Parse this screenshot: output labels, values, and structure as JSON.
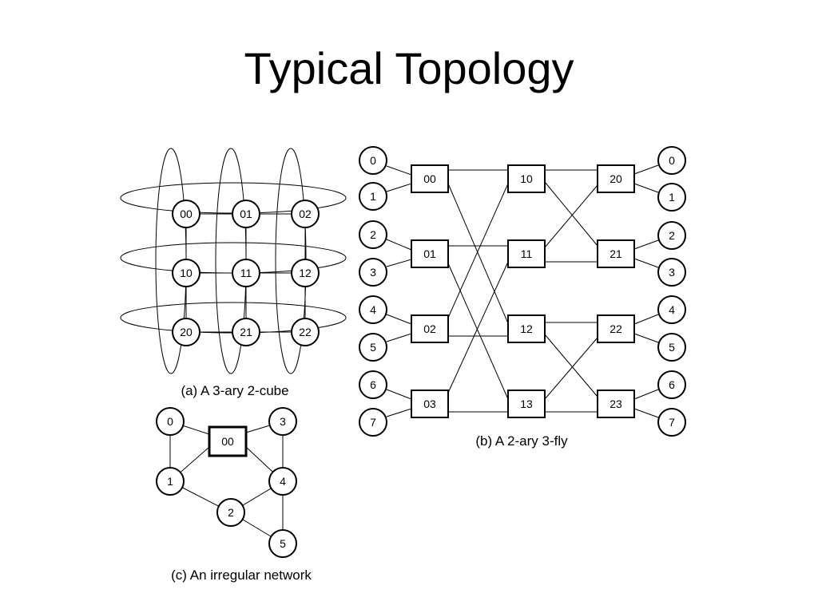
{
  "slide": {
    "title": "Typical Topology"
  },
  "cube": {
    "caption": "(a) A 3-ary 2-cube",
    "nodes": [
      "00",
      "01",
      "02",
      "10",
      "11",
      "12",
      "20",
      "21",
      "22"
    ]
  },
  "fly": {
    "caption": "(b) A 2-ary 3-fly",
    "inputs": [
      "0",
      "1",
      "2",
      "3",
      "4",
      "5",
      "6",
      "7"
    ],
    "stage0": [
      "00",
      "01",
      "02",
      "03"
    ],
    "stage1": [
      "10",
      "11",
      "12",
      "13"
    ],
    "stage2": [
      "20",
      "21",
      "22",
      "23"
    ],
    "outputs": [
      "0",
      "1",
      "2",
      "3",
      "4",
      "5",
      "6",
      "7"
    ]
  },
  "irregular": {
    "caption": "(c) An irregular network",
    "switch": "00",
    "nodes": [
      "0",
      "1",
      "2",
      "3",
      "4",
      "5"
    ]
  }
}
